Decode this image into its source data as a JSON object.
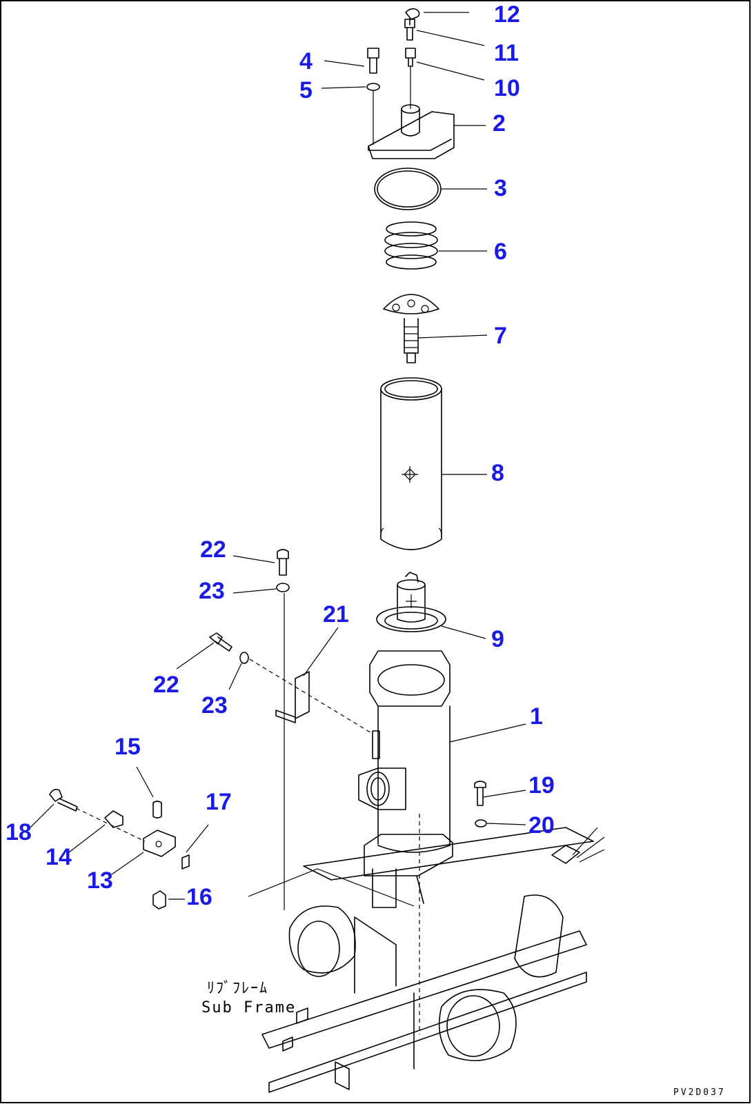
{
  "callouts": [
    "1",
    "2",
    "3",
    "4",
    "5",
    "6",
    "7",
    "8",
    "9",
    "10",
    "11",
    "12",
    "13",
    "14",
    "15",
    "16",
    "17",
    "18",
    "19",
    "20",
    "21",
    "22",
    "23"
  ],
  "caption": {
    "japanese": "ﾘﾌﾞﾌﾚｰﾑ",
    "english": "Sub Frame"
  },
  "drawing_code": "PV2D037"
}
